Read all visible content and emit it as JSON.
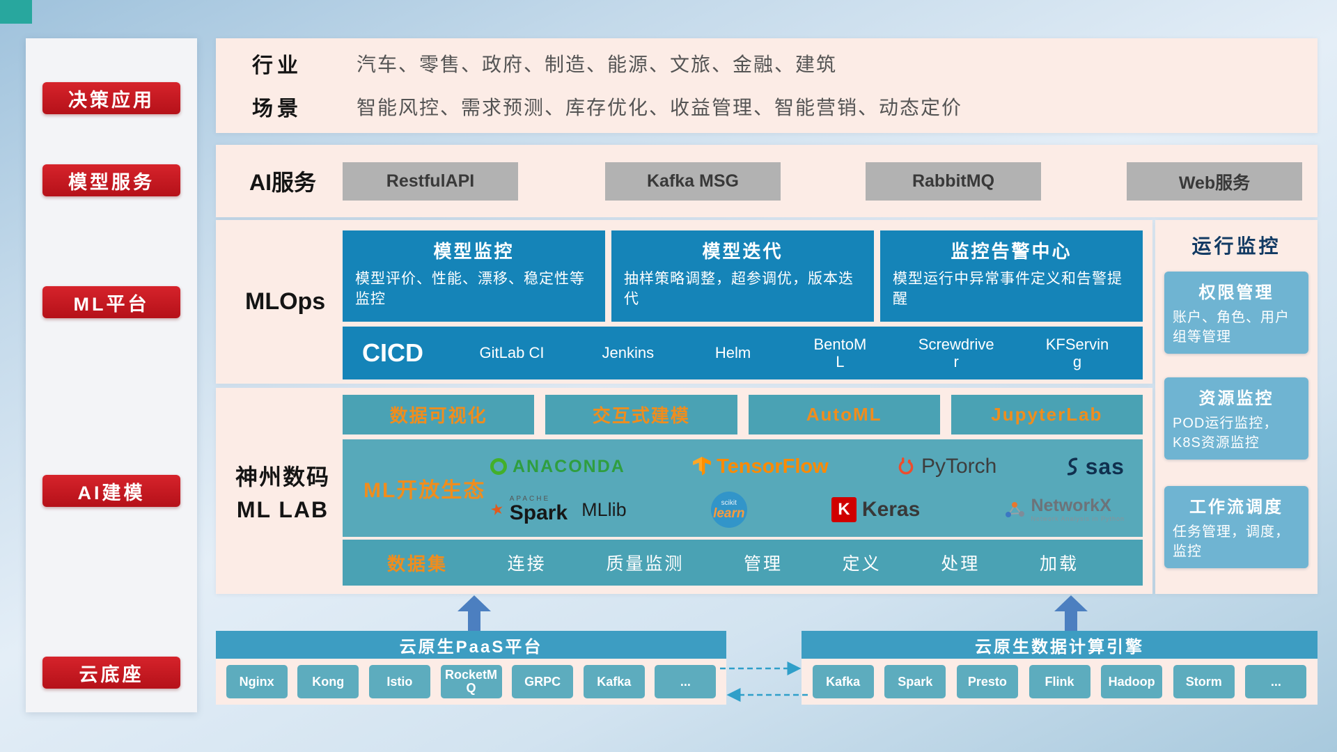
{
  "sidebar": {
    "items": [
      {
        "label": "决策应用"
      },
      {
        "label": "模型服务"
      },
      {
        "label": "ML平台"
      },
      {
        "label": "AI建模"
      },
      {
        "label": "云底座"
      }
    ]
  },
  "industry_row": {
    "industry_label": "行业",
    "industry_text": "汽车、零售、政府、制造、能源、文旅、金融、建筑",
    "scene_label": "场景",
    "scene_text": "智能风控、需求预测、库存优化、收益管理、智能营销、动态定价"
  },
  "ai_service_row": {
    "label": "AI服务",
    "buttons": [
      "RestfulAPI",
      "Kafka MSG",
      "RabbitMQ",
      "Web服务"
    ]
  },
  "mlops_row": {
    "label": "MLOps",
    "cards": [
      {
        "title": "模型监控",
        "desc": "模型评价、性能、漂移、稳定性等监控"
      },
      {
        "title": "模型迭代",
        "desc": "抽样策略调整，超参调优，版本迭代"
      },
      {
        "title": "监控告警中心",
        "desc": "模型运行中异常事件定义和告警提醒"
      }
    ],
    "cicd_label": "CICD",
    "cicd_tools": [
      "GitLab CI",
      "Jenkins",
      "Helm",
      "BentoML",
      "Screwdriver",
      "KFServing"
    ]
  },
  "monitor_column": {
    "title": "运行监控",
    "cards": [
      {
        "title": "权限管理",
        "desc": "账户、角色、用户组等管理"
      },
      {
        "title": "资源监控",
        "desc": "POD运行监控，K8S资源监控"
      },
      {
        "title": "工作流调度",
        "desc": "任务管理，调度，监控"
      }
    ]
  },
  "mllab_row": {
    "label_line1": "神州数码",
    "label_line2": "ML LAB",
    "top_buttons": [
      "数据可视化",
      "交互式建模",
      "AutoML",
      "JupyterLab"
    ],
    "ecosystem_label": "ML开放生态",
    "logos": {
      "anaconda": "ANACONDA",
      "tensorflow": "TensorFlow",
      "pytorch": "PyTorch",
      "sas": "sas",
      "spark_top": "APACHE",
      "spark": "Spark",
      "mllib": "MLlib",
      "sklearn_top": "scikit",
      "sklearn": "learn",
      "keras_k": "K",
      "keras": "Keras",
      "networkx": "NetworkX",
      "networkx_sub": "Network Analysis in Python"
    },
    "data_items": [
      "数据集",
      "连接",
      "质量监测",
      "管理",
      "定义",
      "处理",
      "加载"
    ]
  },
  "bottom": {
    "paas_title": "云原生PaaS平台",
    "paas_buttons": [
      "Nginx",
      "Kong",
      "Istio",
      "RocketMQ",
      "GRPC",
      "Kafka",
      "..."
    ],
    "engine_title": "云原生数据计算引擎",
    "engine_buttons": [
      "Kafka",
      "Spark",
      "Presto",
      "Flink",
      "Hadoop",
      "Storm",
      "..."
    ]
  },
  "colors": {
    "accent_red": "#c9151c",
    "card_blue": "#1584b8",
    "teal": "#4aa2b4",
    "orange": "#f08d1d",
    "monitor_blue": "#6fb4d2",
    "bar_teal": "#3d9dc2"
  }
}
